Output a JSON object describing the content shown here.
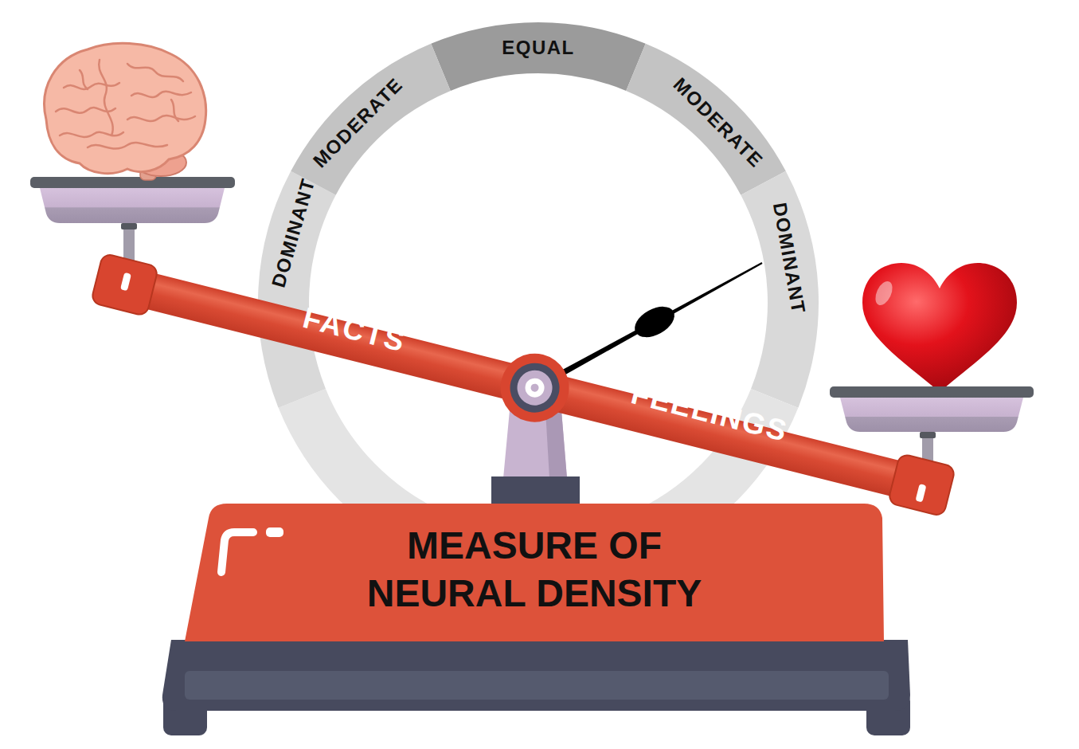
{
  "diagram": {
    "nodes": [
      {
        "text": [
          "FACTS",
          "FEELINGS"
        ]
      },
      {
        "text": [
          "MEASURE OF NEURAL DENSITY"
        ]
      }
    ],
    "labels": [
      "DOMINANT",
      "MODERATE",
      "EQUAL",
      "MODERATE",
      "DOMINANT"
    ]
  }
}
